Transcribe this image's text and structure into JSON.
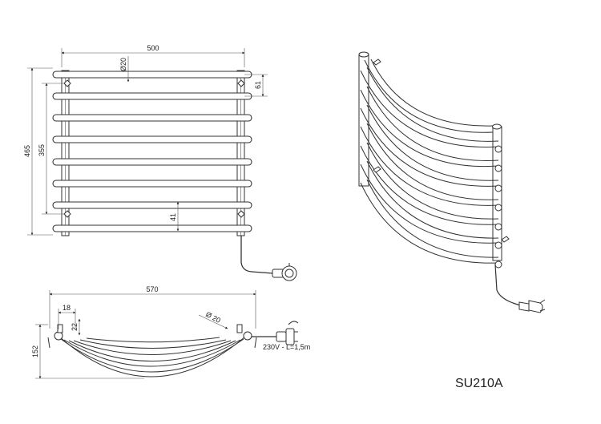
{
  "model_code": "SU210A",
  "front_view": {
    "width": "500",
    "height_total": "465",
    "height_mount": "355",
    "tube_diameter": "Ø20",
    "top_offset": "61",
    "bottom_offset": "41"
  },
  "top_view": {
    "width_total": "570",
    "depth": "152",
    "offset_x": "18",
    "offset_y": "22",
    "pipe_diameter": "Ø 20",
    "cable_note": "230V - L=1,5m"
  }
}
